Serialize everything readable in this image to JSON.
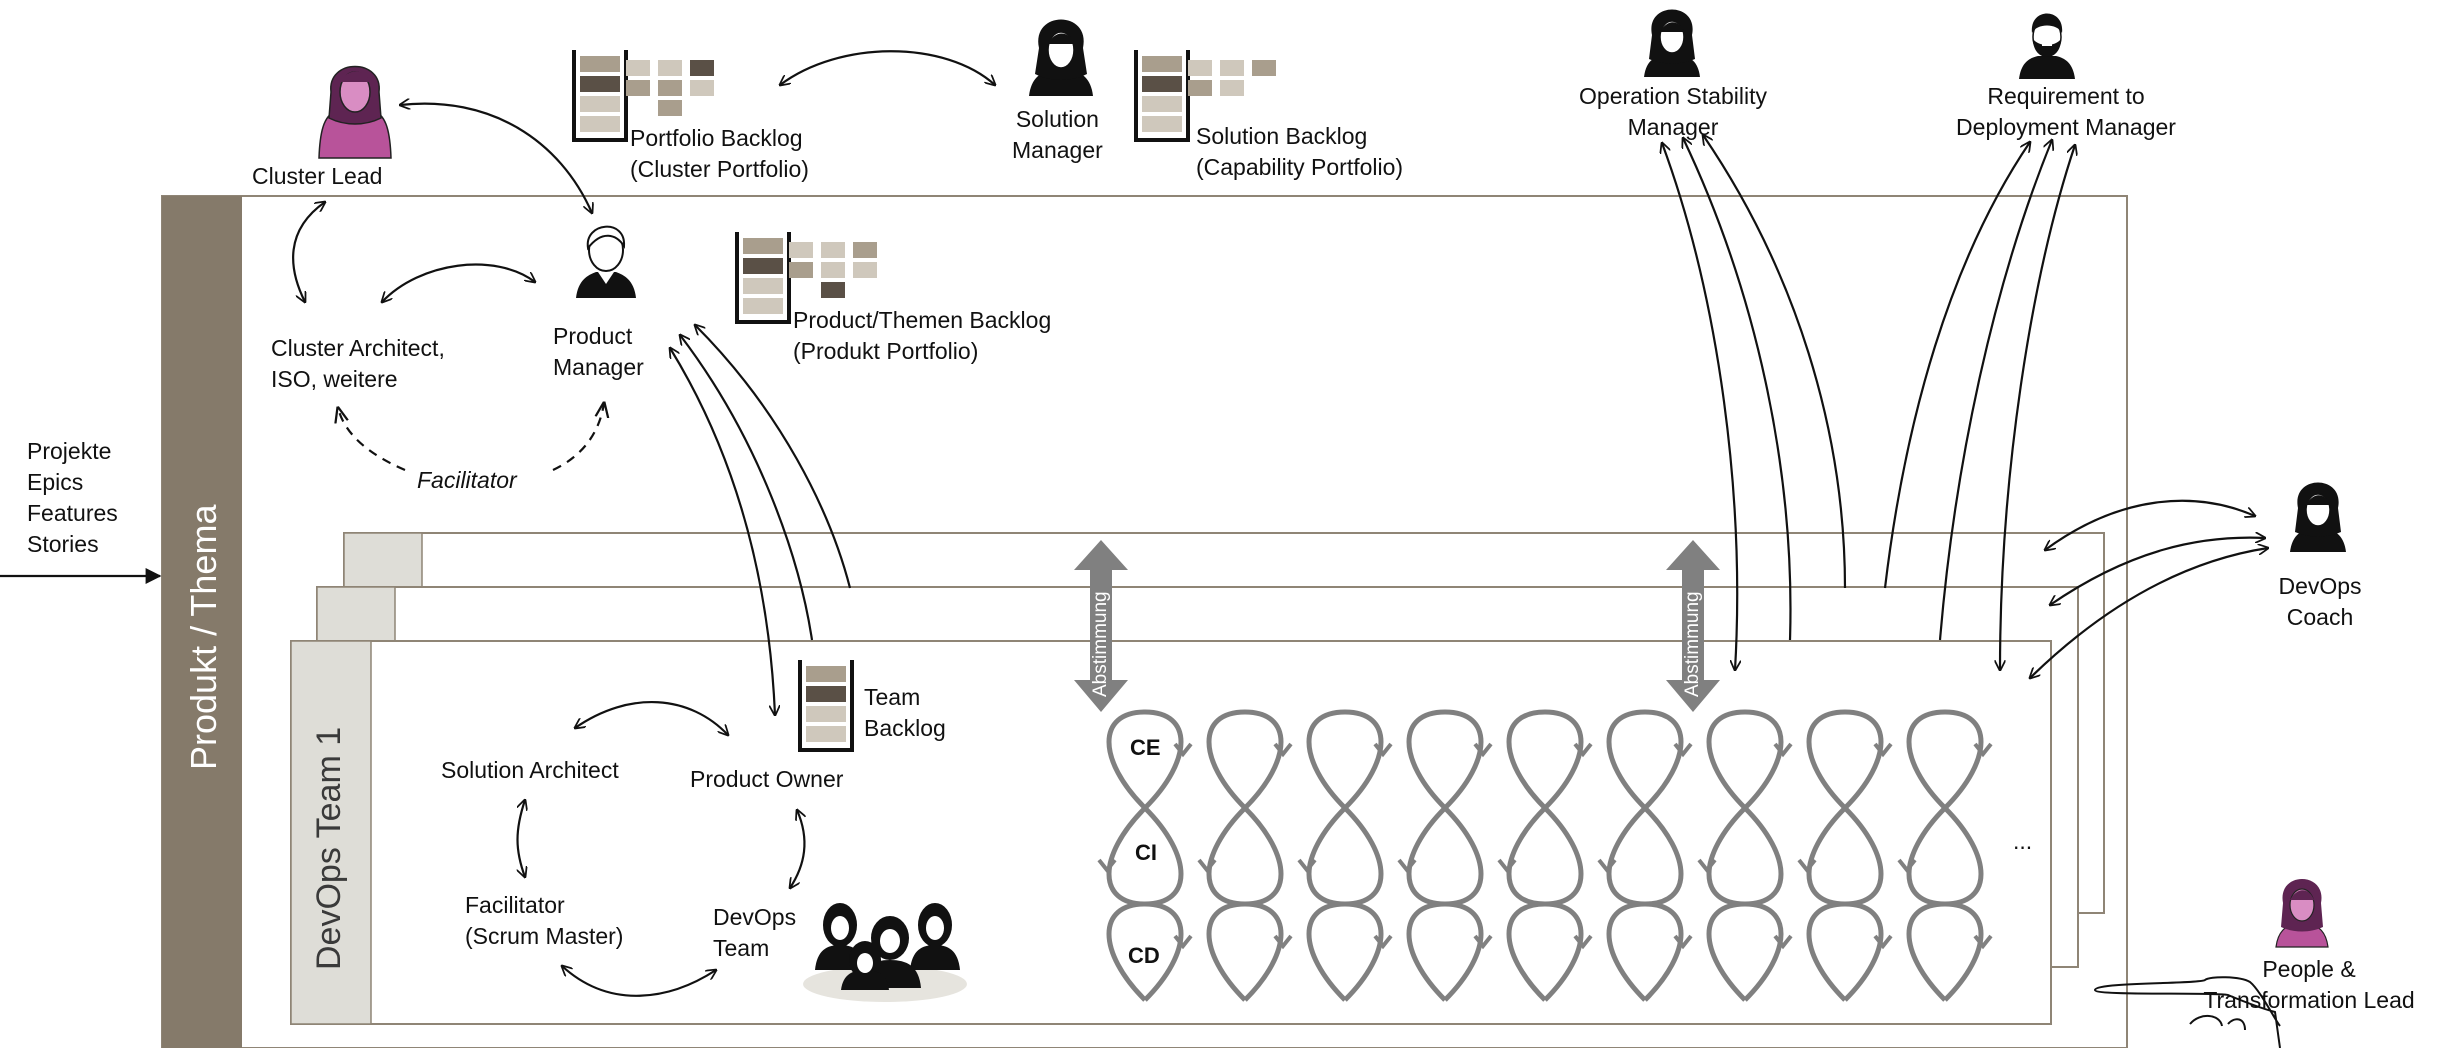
{
  "outer_band": {
    "label": "Produkt / Thema"
  },
  "team_band": {
    "label": "DevOps Team 1"
  },
  "input": {
    "lines": [
      "Projekte",
      "Epics",
      "Features",
      "Stories"
    ]
  },
  "roles": {
    "cluster_lead": "Cluster Lead",
    "cluster_architect": [
      "Cluster Architect,",
      "ISO, weitere"
    ],
    "product_manager": [
      "Product",
      "Manager"
    ],
    "facilitator_top": "Facilitator",
    "solution_manager": [
      "Solution",
      "Manager"
    ],
    "operation_stability_manager": [
      "Operation Stability",
      "Manager"
    ],
    "requirement_to_deployment_manager": [
      "Requirement to",
      "Deployment Manager"
    ],
    "devops_coach": [
      "DevOps",
      "Coach"
    ],
    "people_transformation_lead": [
      "People &",
      "Transformation Lead"
    ],
    "solution_architect": "Solution Architect",
    "product_owner": "Product Owner",
    "facilitator_team": [
      "Facilitator",
      "(Scrum Master)"
    ],
    "devops_team": [
      "DevOps",
      "Team"
    ]
  },
  "backlogs": {
    "portfolio": [
      "Portfolio Backlog",
      "(Cluster Portfolio)"
    ],
    "solution": [
      "Solution Backlog",
      "(Capability Portfolio)"
    ],
    "product": [
      "Product/Themen Backlog",
      "(Produkt Portfolio)"
    ],
    "team": [
      "Team",
      "Backlog"
    ]
  },
  "loops": {
    "labels": [
      "CE",
      "CI",
      "CD"
    ],
    "ellipsis": "...",
    "abstimmung": "Abstimmung"
  },
  "colors": {
    "band": "#857a6a",
    "team_band": "#deddd7",
    "frame": "#8f8576",
    "loop": "#808080",
    "female_icon": "#b8539a"
  },
  "icons": [
    "female-person-icon",
    "female-person-pink-icon",
    "male-person-icon",
    "bearded-person-icon",
    "team-group-icon",
    "pointing-hand-icon",
    "backlog-stack-icon",
    "double-arrow-icon"
  ]
}
